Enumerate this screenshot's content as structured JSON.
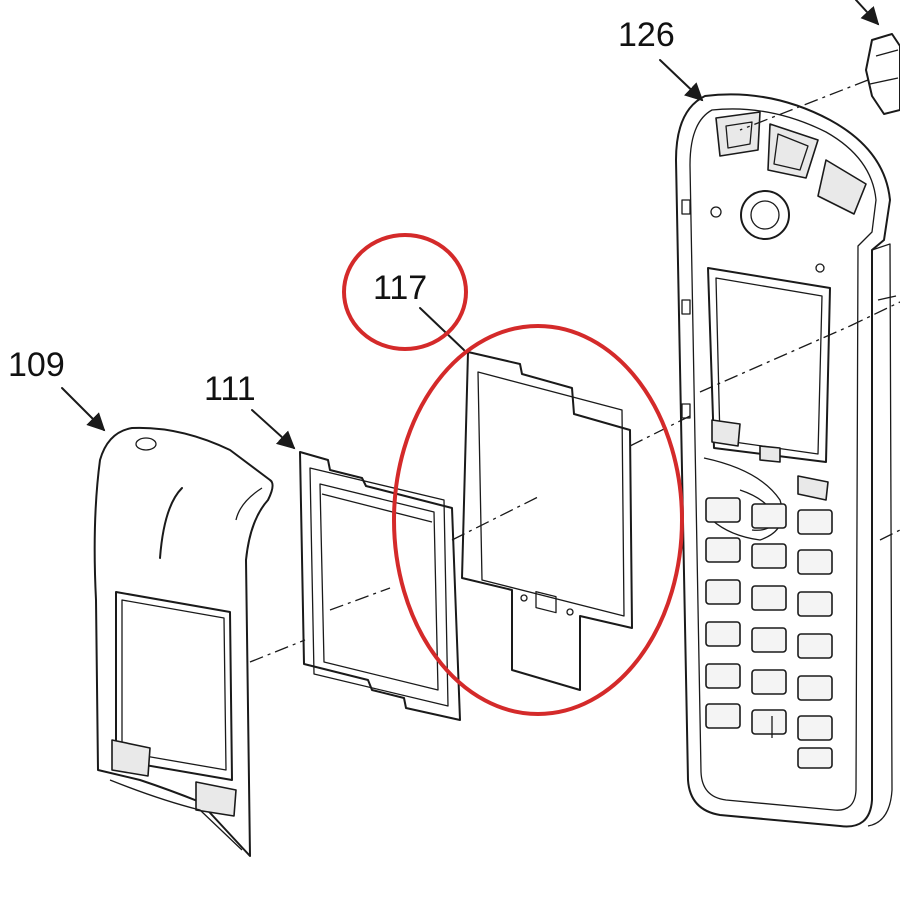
{
  "callouts": [
    {
      "id": "109",
      "text": "109",
      "highlighted": false
    },
    {
      "id": "111",
      "text": "111",
      "highlighted": false
    },
    {
      "id": "117",
      "text": "117",
      "highlighted": true
    },
    {
      "id": "126",
      "text": "126",
      "highlighted": false
    }
  ],
  "colors": {
    "line": "#1a1a1a",
    "highlight": "#d42a2a",
    "background": "#ffffff"
  }
}
